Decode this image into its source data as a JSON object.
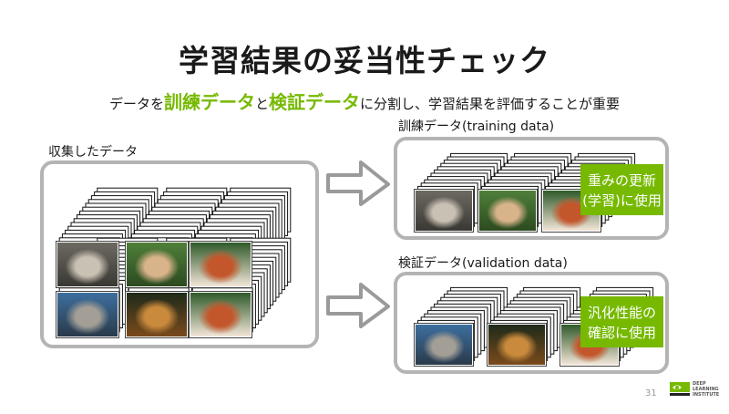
{
  "title": "学習結果の妥当性チェック",
  "subtitle": {
    "part1": "データを",
    "part2": "訓練データ",
    "part3": "と",
    "part4": "検証データ",
    "part5": "に分割し、学習結果を評価することが重要"
  },
  "labels": {
    "collected": "収集したデータ",
    "training": "訓練データ(training data)",
    "validation": "検証データ(validation data)"
  },
  "training_note": [
    "重みの更新",
    "(学習)に使用"
  ],
  "validation_note": [
    "汎化性能の",
    "確認に使用"
  ],
  "images": {
    "collected": [
      "kitten",
      "puppy",
      "red-panda",
      "tabby-cat",
      "dog",
      "red-panda"
    ],
    "training": [
      "kitten",
      "puppy",
      "red-panda"
    ],
    "validation": [
      "tabby-cat",
      "dog",
      "red-panda"
    ]
  },
  "page_number": "31",
  "logo_text": "DEEP\nLEARNING\nINSTITUTE",
  "colors": {
    "accent": "#76b900",
    "box_border": "#b4b4b4",
    "text": "#1a1a1a"
  }
}
